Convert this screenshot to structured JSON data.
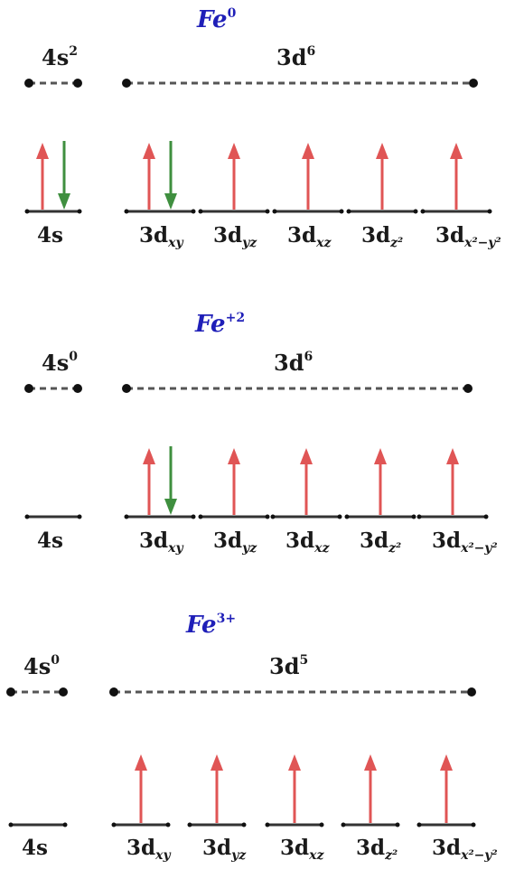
{
  "colors": {
    "title": "#1f1fb8",
    "text": "#1a1a1a",
    "spin_up": "#e05555",
    "spin_down": "#3f8f3f",
    "line": "#333333",
    "dashed": "#555555"
  },
  "panels": [
    {
      "title": {
        "base": "Fe",
        "sup": "0"
      },
      "config_4s": {
        "base": "4s",
        "sup": "2"
      },
      "config_3d": {
        "base": "3d",
        "sup": "6"
      },
      "orbitals": [
        {
          "base": "4s",
          "sub": "",
          "sup_sub": "",
          "electrons": [
            "up",
            "down"
          ]
        },
        {
          "base": "3d",
          "sub": "xy",
          "sup_sub": "",
          "electrons": [
            "up",
            "down"
          ]
        },
        {
          "base": "3d",
          "sub": "yz",
          "sup_sub": "",
          "electrons": [
            "up"
          ]
        },
        {
          "base": "3d",
          "sub": "xz",
          "sup_sub": "",
          "electrons": [
            "up"
          ]
        },
        {
          "base": "3d",
          "sub": "z²",
          "sup_sub": "",
          "electrons": [
            "up"
          ]
        },
        {
          "base": "3d",
          "sub": "x²−y²",
          "sup_sub": "",
          "electrons": [
            "up"
          ]
        }
      ]
    },
    {
      "title": {
        "base": "Fe",
        "sup": "+2"
      },
      "config_4s": {
        "base": "4s",
        "sup": "0"
      },
      "config_3d": {
        "base": "3d",
        "sup": "6"
      },
      "orbitals": [
        {
          "base": "4s",
          "sub": "",
          "sup_sub": "",
          "electrons": []
        },
        {
          "base": "3d",
          "sub": "xy",
          "sup_sub": "",
          "electrons": [
            "up",
            "down"
          ]
        },
        {
          "base": "3d",
          "sub": "yz",
          "sup_sub": "",
          "electrons": [
            "up"
          ]
        },
        {
          "base": "3d",
          "sub": "xz",
          "sup_sub": "",
          "electrons": [
            "up"
          ]
        },
        {
          "base": "3d",
          "sub": "z²",
          "sup_sub": "",
          "electrons": [
            "up"
          ]
        },
        {
          "base": "3d",
          "sub": "x²−y²",
          "sup_sub": "",
          "electrons": [
            "up"
          ]
        }
      ]
    },
    {
      "title": {
        "base": "Fe",
        "sup": "3+"
      },
      "config_4s": {
        "base": "4s",
        "sup": "0"
      },
      "config_3d": {
        "base": "3d",
        "sup": "5"
      },
      "orbitals": [
        {
          "base": "4s",
          "sub": "",
          "sup_sub": "",
          "electrons": []
        },
        {
          "base": "3d",
          "sub": "xy",
          "sup_sub": "",
          "electrons": [
            "up"
          ]
        },
        {
          "base": "3d",
          "sub": "yz",
          "sup_sub": "",
          "electrons": [
            "up"
          ]
        },
        {
          "base": "3d",
          "sub": "xz",
          "sup_sub": "",
          "electrons": [
            "up"
          ]
        },
        {
          "base": "3d",
          "sub": "z²",
          "sup_sub": "",
          "electrons": [
            "up"
          ]
        },
        {
          "base": "3d",
          "sub": "x²−y²",
          "sup_sub": "",
          "electrons": [
            "up"
          ]
        }
      ]
    }
  ]
}
